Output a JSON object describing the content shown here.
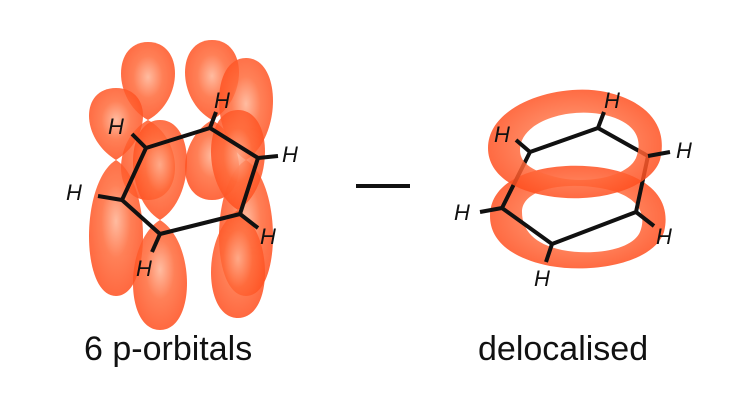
{
  "left_panel": {
    "caption": "6 p-orbitals",
    "hydrogen_label": "H"
  },
  "right_panel": {
    "caption": "delocalised",
    "hydrogen_label": "H"
  },
  "colors": {
    "orbital": "#ff5a2a",
    "bond": "#111111",
    "text": "#111111"
  }
}
